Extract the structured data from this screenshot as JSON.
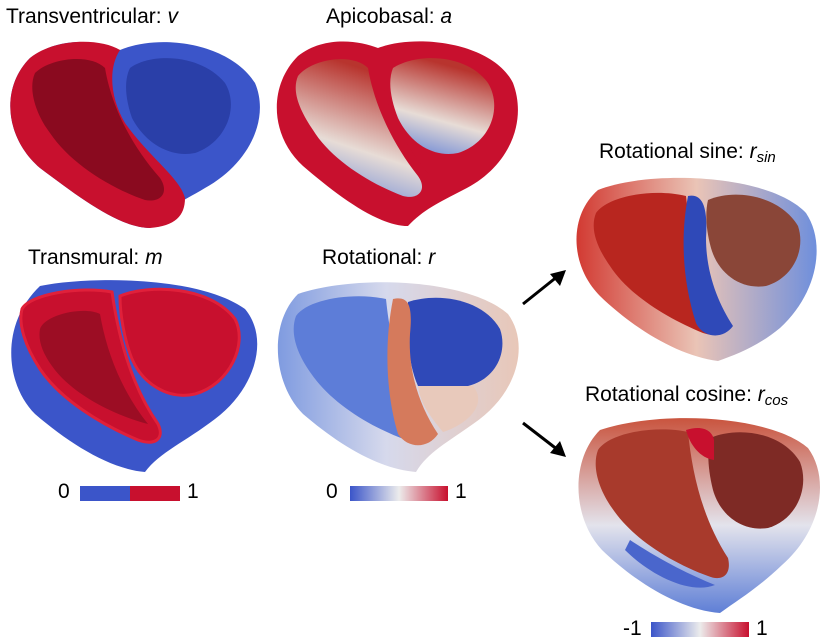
{
  "panels": {
    "transventricular": {
      "title": "Transventricular: ",
      "var": "v"
    },
    "apicobasal": {
      "title": "Apicobasal: ",
      "var": "a"
    },
    "transmural": {
      "title": "Transmural: ",
      "var": "m"
    },
    "rotational": {
      "title": "Rotational: ",
      "var": "r"
    },
    "rot_sine": {
      "title": "Rotational sine: ",
      "var": "r",
      "sub": "sin"
    },
    "rot_cosine": {
      "title": "Rotational cosine: ",
      "var": "r",
      "sub": "cos"
    }
  },
  "colorbars": {
    "binary": {
      "min": "0",
      "max": "1"
    },
    "continuous": {
      "min": "0",
      "max": "1"
    },
    "signed": {
      "min": "-1",
      "max": "1"
    }
  },
  "colors": {
    "red": "#c8102e",
    "blue": "#3b55c9",
    "white": "#eeeeee"
  }
}
